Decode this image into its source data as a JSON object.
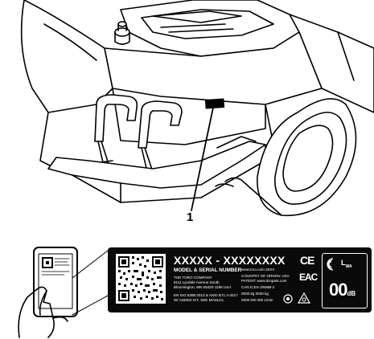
{
  "callout": {
    "number": "1"
  },
  "label": {
    "model_serial": "XXXXX - XXXXXXXX",
    "model_serial_caption": "MODEL & SERIAL NUMBER",
    "company_lines": [
      "THE TORO COMPANY",
      "8111 Lyndale Avenue South",
      "Bloomington, MN 55420-1196 USA"
    ],
    "standards_line": "EN ISO 5395:2013 & ANSI B71.4-2017",
    "added_kit_line": "W/ ADDED KIT, SEE MANUAL",
    "website_line": "www.toro.com    20XX",
    "country_line": "COUNTRY OF ORIGIN: USA",
    "patent_line": "PATENT:  www.ttcopats.com",
    "can_line": "CAN ICES-2/NMB-2",
    "weight_line": "0000 kg    0000 kg",
    "power_line": "0000 kW   000 1/min",
    "ce_mark": "CE",
    "eac_mark": "EAC",
    "sound_label": "L",
    "sound_sub": "WA",
    "sound_value": "00",
    "sound_unit": "dB"
  },
  "icons": [
    "qr-code-icon",
    "phone-icon",
    "ce-mark-icon",
    "eac-mark-icon",
    "ukca-mark-icon",
    "sound-power-icon",
    "recycle-icon"
  ]
}
